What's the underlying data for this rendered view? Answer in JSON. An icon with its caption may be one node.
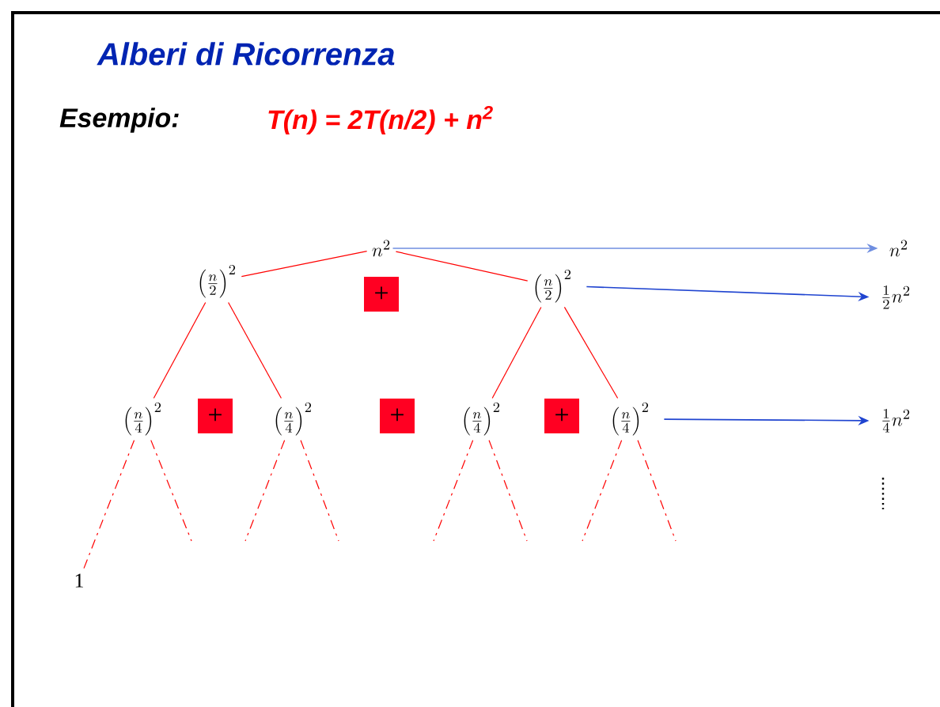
{
  "diagram": {
    "title": "Alberi di Ricorrenza",
    "nodes": [
      {
        "text": [
          "n^{2}"
        ]
      },
      {
        "text": [
          "\\left(\\frac{n}{2}\\right)^{2}"
        ]
      },
      {
        "text": [
          "+"
        ]
      },
      {
        "text": [
          "\\left(\\frac{n}{2}\\right)^{2}"
        ]
      },
      {
        "text": [
          "\\left(\\frac{n}{4}\\right)^{2}"
        ]
      },
      {
        "text": [
          "+"
        ]
      },
      {
        "text": [
          "\\left(\\frac{n}{4}\\right)^{2}"
        ]
      },
      {
        "text": [
          "+"
        ]
      },
      {
        "text": [
          "\\left(\\frac{n}{4}\\right)^{2}"
        ]
      },
      {
        "text": [
          "+"
        ]
      },
      {
        "text": [
          "\\left(\\frac{n}{4}\\right)^{2}"
        ]
      },
      {
        "text": [
          "1"
        ]
      },
      {
        "text": [
          "n^{2}"
        ]
      },
      {
        "text": [
          "\\frac{1}{2}n^{2}"
        ]
      },
      {
        "text": [
          "\\frac{1}{4}n^{2}"
        ]
      }
    ],
    "edges": [
      {
        "from": 0,
        "to": 1,
        "arrow": "none"
      },
      {
        "from": 0,
        "to": 3,
        "arrow": "none"
      },
      {
        "from": 1,
        "to": 4,
        "arrow": "none"
      },
      {
        "from": 1,
        "to": 6,
        "arrow": "none"
      },
      {
        "from": 3,
        "to": 8,
        "arrow": "none"
      },
      {
        "from": 3,
        "to": 10,
        "arrow": "none"
      },
      {
        "from": 4,
        "to": 11,
        "arrow": "none",
        "style": "dashed"
      },
      {
        "from": 4,
        "to": null,
        "arrow": "none",
        "style": "dashed"
      },
      {
        "from": 6,
        "to": null,
        "arrow": "none",
        "style": "dashed"
      },
      {
        "from": 6,
        "to": null,
        "arrow": "none",
        "style": "dashed"
      },
      {
        "from": 8,
        "to": null,
        "arrow": "none",
        "style": "dashed"
      },
      {
        "from": 8,
        "to": null,
        "arrow": "none",
        "style": "dashed"
      },
      {
        "from": 10,
        "to": null,
        "arrow": "none",
        "style": "dashed"
      },
      {
        "from": 10,
        "to": null,
        "arrow": "none",
        "style": "dashed"
      },
      {
        "from": 0,
        "to": 12,
        "arrow": "to",
        "color": "#6f8ee0"
      },
      {
        "from": 3,
        "to": 13,
        "arrow": "to",
        "color": "#1f44d0"
      },
      {
        "from": 10,
        "to": 14,
        "arrow": "to",
        "color": "#1f44d0"
      }
    ],
    "labels": [
      "*Esempio*:",
      "T(n) = 2T(n/2) + n$^{2}$"
    ]
  }
}
